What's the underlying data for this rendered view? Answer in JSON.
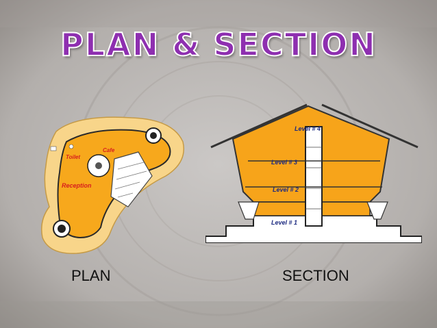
{
  "slide": {
    "title": "PLAN & SECTION",
    "plan_caption": "PLAN",
    "section_caption": "SECTION"
  },
  "plan": {
    "labels": [
      "Toilet",
      "Cafe",
      "Reception"
    ]
  },
  "section": {
    "levels": [
      "Level # 4",
      "Level # 3",
      "Level # 2",
      "Level # 1"
    ]
  },
  "colors": {
    "title_fill": "#8e2fb0",
    "title_outline": "#ffffff",
    "plan_orange": "#f7a81c",
    "plan_light": "#f8d58a",
    "section_orange": "#f7a41a",
    "label_red": "#d81e1e",
    "level_navy": "#1c2a80"
  }
}
